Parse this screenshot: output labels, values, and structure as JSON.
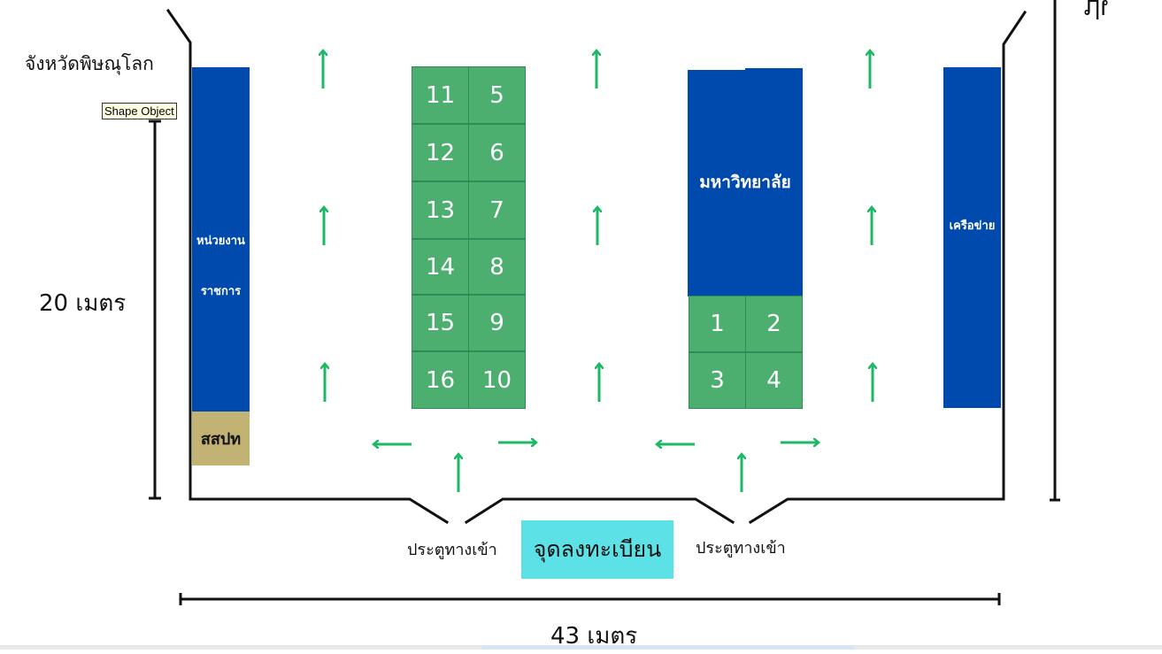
{
  "province": "จังหวัดพิษณุโลก",
  "tooltip": "Shape Object",
  "dimensions": {
    "height_label": "20 เมตร",
    "width_label": "43 เมตร"
  },
  "top_right_glyph": "ปเ",
  "zones": {
    "government_line1": "หน่วยงาน",
    "government_line2": "ราชการ",
    "sspt": "สสปท",
    "university": "มหาวิทยาลัย",
    "network": "เครือข่าย"
  },
  "booths_center": {
    "left_column": [
      "11",
      "12",
      "13",
      "14",
      "15",
      "16"
    ],
    "right_column": [
      "5",
      "6",
      "7",
      "8",
      "9",
      "10"
    ]
  },
  "booths_university": [
    "1",
    "2",
    "3",
    "4"
  ],
  "entrance_left": "ประตูทางเข้า",
  "entrance_right": "ประตูทางเข้า",
  "registration": "จุดลงทะเบียน",
  "colors": {
    "zone_blue": "#0049ad",
    "booth_green": "#4caf70",
    "arrow_green": "#1db866",
    "sspt_tan": "#c2b274",
    "registration_cyan": "#5ce1e6"
  }
}
